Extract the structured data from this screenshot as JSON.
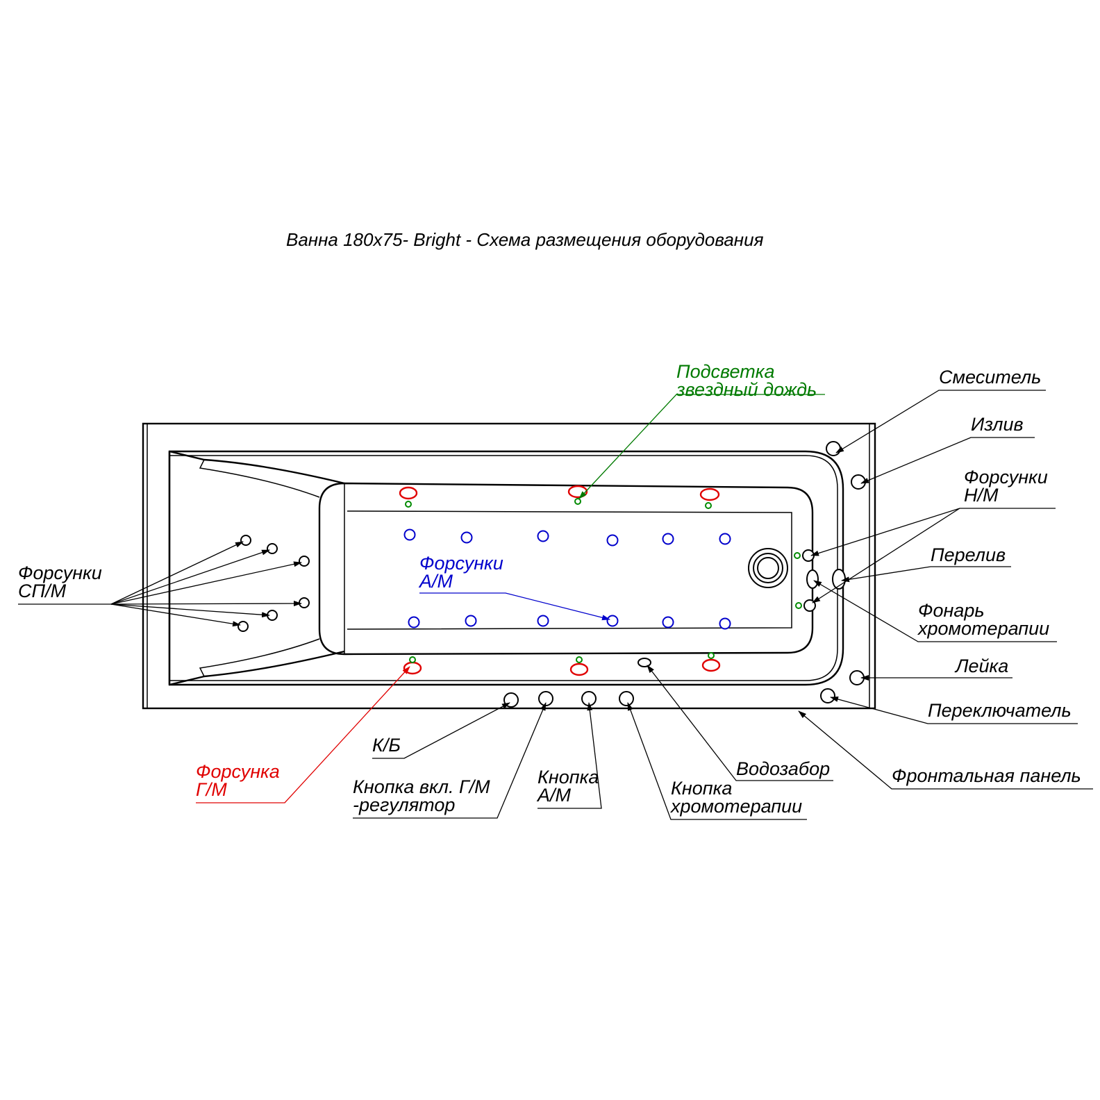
{
  "title": "Ванна 180х75- Bright - Схема размещения оборудования",
  "colors": {
    "outline": "#000000",
    "am_jets": "#0000cc",
    "gm_jets": "#e00000",
    "lighting": "#008a00",
    "background": "#ffffff"
  },
  "labels": {
    "lighting": [
      "Подсветка",
      "звездный дождь"
    ],
    "mixer": "Смеситель",
    "spout": "Излив",
    "nm_jets": [
      "Форсунки",
      "Н/М"
    ],
    "overflow": "Перелив",
    "chromo_lamp": [
      "Фонарь",
      "хромотерапии"
    ],
    "shower": "Лейка",
    "switch": "Переключатель",
    "front_panel": "Фронтальная панель",
    "water_intake": "Водозабор",
    "chromo_button": [
      "Кнопка",
      "хромотерапии"
    ],
    "am_button": [
      "Кнопка",
      "А/М"
    ],
    "gm_button": [
      "Кнопка вкл. Г/М",
      "-регулятор"
    ],
    "kb": "К/Б",
    "gm_jet": [
      "Форсунка",
      "Г/М"
    ],
    "sp_jets": [
      "Форсунки",
      "СП/М"
    ],
    "am_jets": [
      "Форсунки",
      "А/М"
    ]
  }
}
